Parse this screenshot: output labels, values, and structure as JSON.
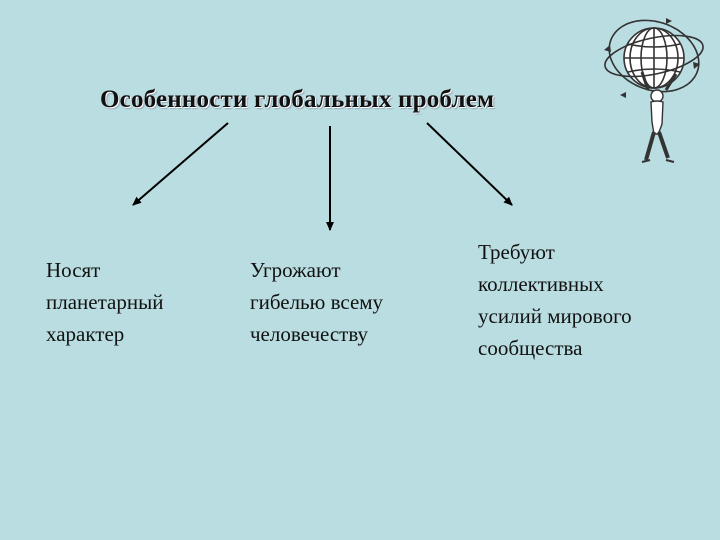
{
  "diagram": {
    "title": "Особенности глобальных проблем",
    "branches": [
      {
        "lines": [
          "Носят",
          "планетарный",
          "характер"
        ]
      },
      {
        "lines": [
          "Угрожают",
          "гибелью всему",
          "человечеству"
        ]
      },
      {
        "lines": [
          "Требуют",
          "коллективных",
          "усилий мирового",
          "сообщества"
        ]
      }
    ]
  },
  "decoration": {
    "emblem_icon": "globe-held-by-figure-icon"
  },
  "colors": {
    "background": "#b9dde0",
    "text": "#111111",
    "arrow": "#000000"
  }
}
